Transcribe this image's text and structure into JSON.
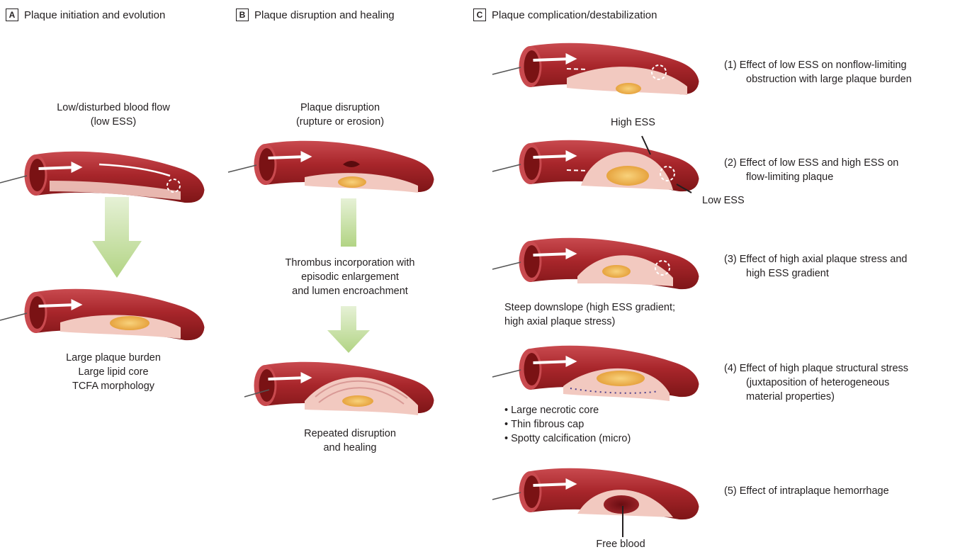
{
  "panels": [
    {
      "letter": "A",
      "title": "Plaque initiation and evolution"
    },
    {
      "letter": "B",
      "title": "Plaque disruption and healing"
    },
    {
      "letter": "C",
      "title": "Plaque complication/destabilization"
    }
  ],
  "panel_a": {
    "top_label": [
      "Low/disturbed blood flow",
      "(low ESS)"
    ],
    "bottom_label": [
      "Large plaque burden",
      "Large lipid core",
      "TCFA morphology"
    ]
  },
  "panel_b": {
    "top_label": [
      "Plaque disruption",
      "(rupture or erosion)"
    ],
    "middle_label": [
      "Thrombus incorporation with",
      "episodic enlargement",
      "and lumen encroachment"
    ],
    "bottom_label": [
      "Repeated disruption",
      "and healing"
    ]
  },
  "panel_c": {
    "items": [
      {
        "text": [
          "(1) Effect of low ESS on nonflow-limiting",
          "obstruction with large plaque burden"
        ]
      },
      {
        "text": [
          "(2) Effect of low ESS and high ESS on",
          "flow-limiting plaque"
        ]
      },
      {
        "text": [
          "(3) Effect of high axial plaque stress and",
          "high ESS gradient"
        ]
      },
      {
        "text": [
          "(4) Effect of high plaque structural stress",
          "(juxtaposition of heterogeneous",
          "material properties)"
        ]
      },
      {
        "text": [
          "(5) Effect of intraplaque hemorrhage"
        ]
      }
    ],
    "high_ess": "High ESS",
    "low_ess": "Low ESS",
    "steep_label": [
      "Steep downslope (high ESS gradient;",
      "high axial plaque stress)"
    ],
    "bullets": [
      "Large necrotic core",
      "Thin fibrous cap",
      "Spotty calcification (micro)"
    ],
    "free_blood": "Free blood"
  },
  "colors": {
    "vessel_dark": "#8e1b1d",
    "vessel_mid": "#b8333a",
    "vessel_light": "#d9676b",
    "plaque": "#f2c9c0",
    "lipid": "#f0b04a",
    "arrow_green": "#b9d98f"
  }
}
